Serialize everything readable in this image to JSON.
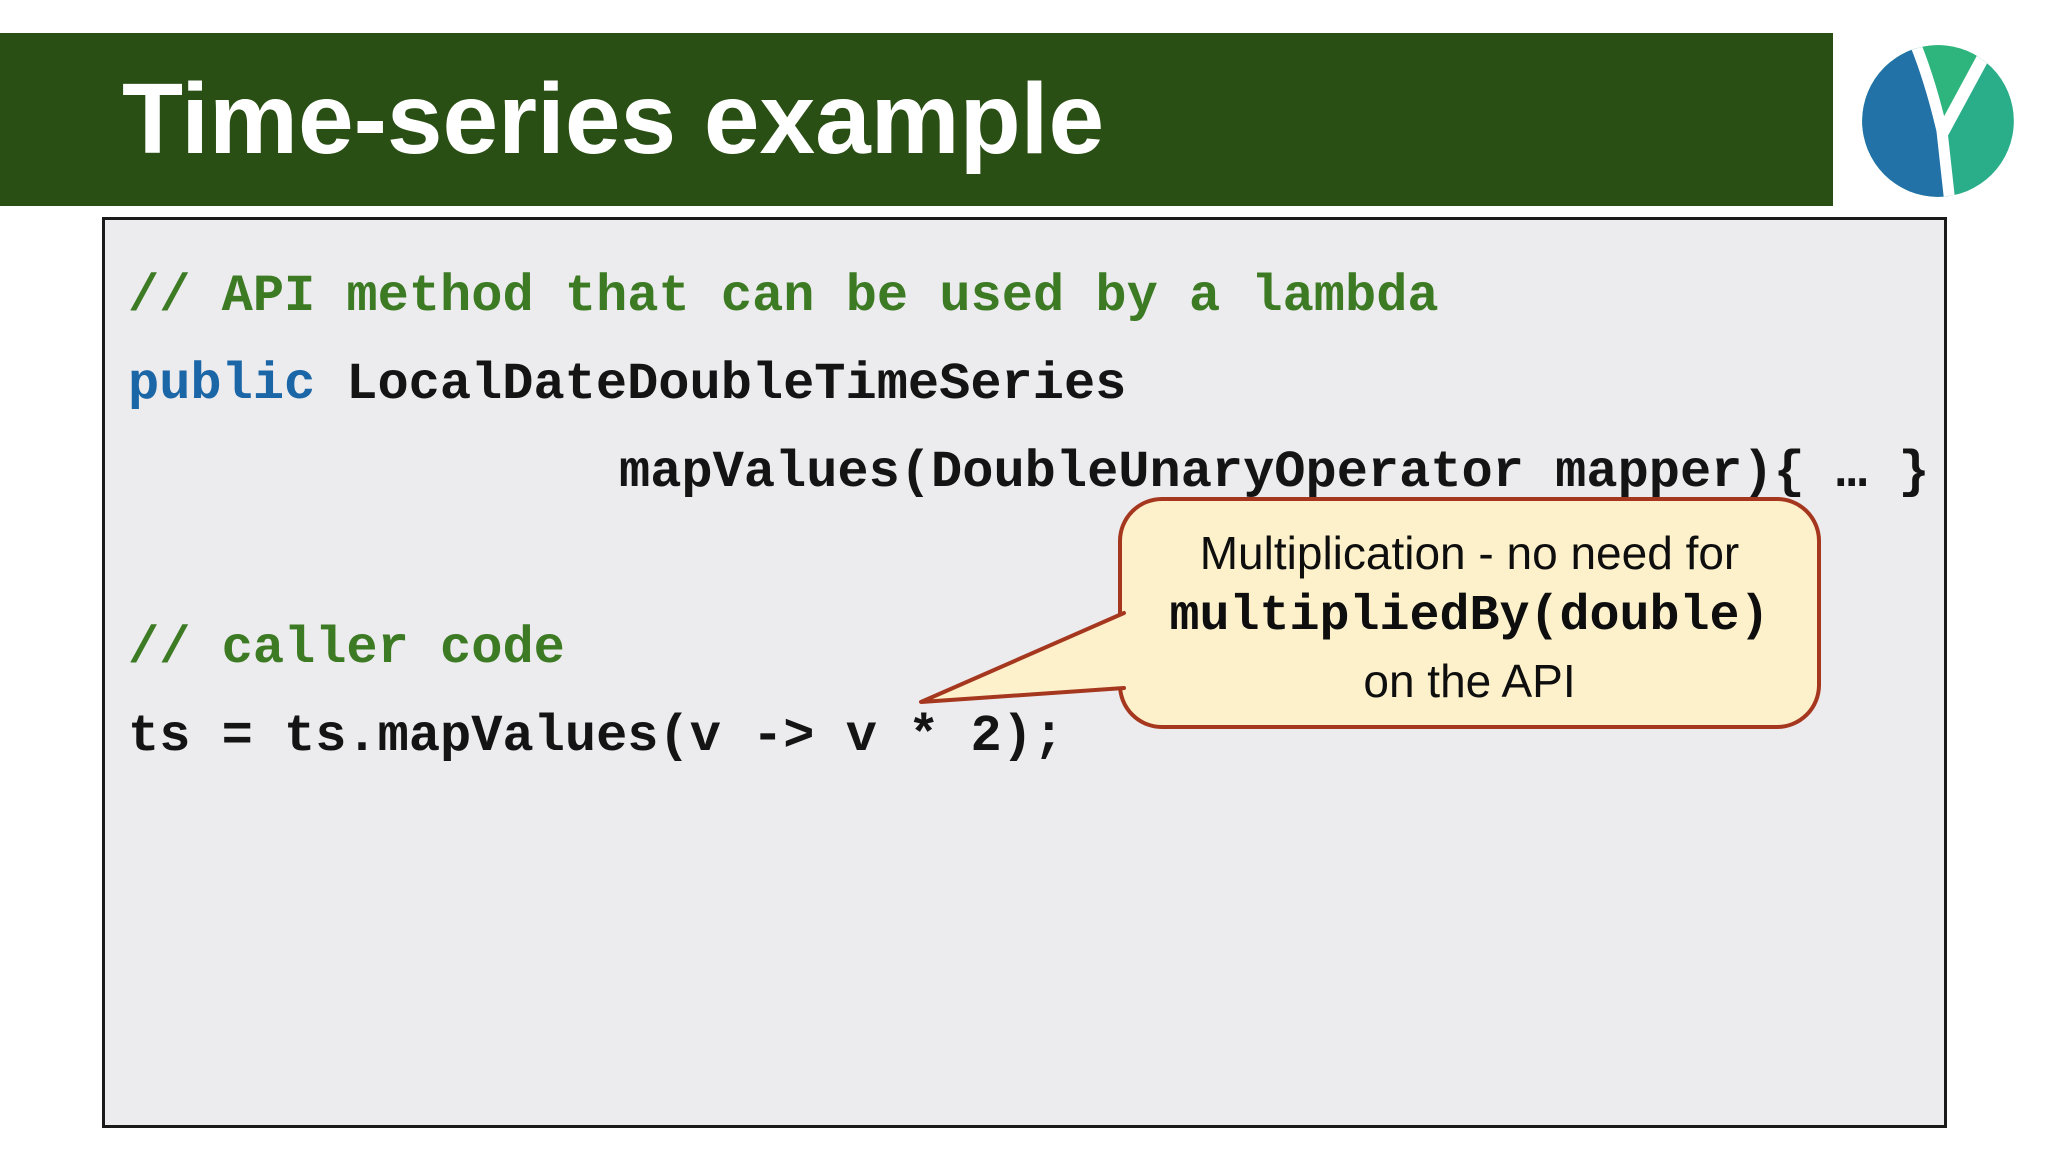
{
  "slide": {
    "title": "Time-series example",
    "code": {
      "comment_api": "// API method that can be used by a lambda",
      "keyword_public": "public",
      "type_name": "LocalDateDoubleTimeSeries",
      "map_values_line": "mapValues(DoubleUnaryOperator mapper){ … }",
      "comment_caller": "// caller code",
      "caller_line": "ts = ts.mapValues(v -> v * 2);"
    },
    "callout": {
      "line1": "Multiplication - no need for",
      "line2": "multipliedBy(double)",
      "line3": "on the API"
    },
    "logo": {
      "name": "opengamma-logo"
    },
    "colors": {
      "header_bg": "#2A4F14",
      "title_text": "#FFFFFF",
      "panel_bg": "#ECEBED",
      "panel_border": "#1A1A1A",
      "comment_green": "#3C7B24",
      "keyword_blue": "#1B66A7",
      "code_text": "#141414",
      "callout_fill": "#FCF1CA",
      "callout_border": "#A5371F",
      "logo_blue": "#2272A8",
      "logo_green_wedge": "#2EB57D",
      "logo_green_right": "#2AAD89"
    }
  }
}
